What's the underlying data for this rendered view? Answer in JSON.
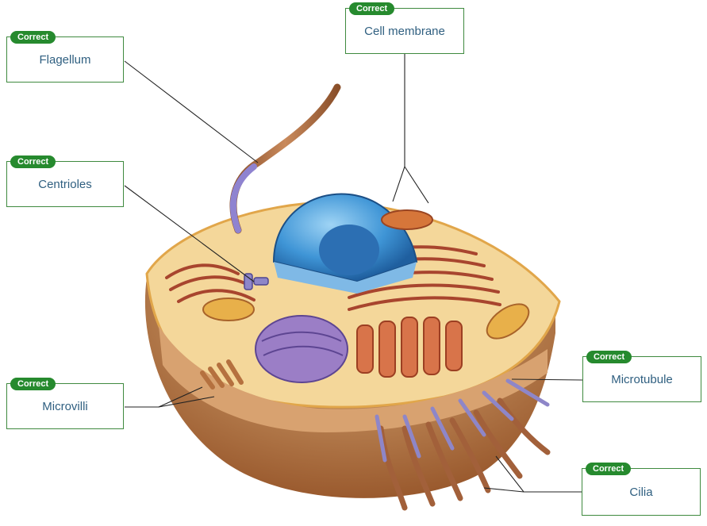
{
  "badge_text": "Correct",
  "colors": {
    "badge": "#268a2e",
    "box_border": "#3f8a3f",
    "label_text": "#2f5f80",
    "leader": "#222222"
  },
  "labels": [
    {
      "id": "flagellum",
      "text": "Flagellum"
    },
    {
      "id": "cell-membrane",
      "text": "Cell membrane"
    },
    {
      "id": "centrioles",
      "text": "Centrioles"
    },
    {
      "id": "microvilli",
      "text": "Microvilli"
    },
    {
      "id": "microtubule",
      "text": "Microtubule"
    },
    {
      "id": "cilia",
      "text": "Cilia"
    }
  ]
}
